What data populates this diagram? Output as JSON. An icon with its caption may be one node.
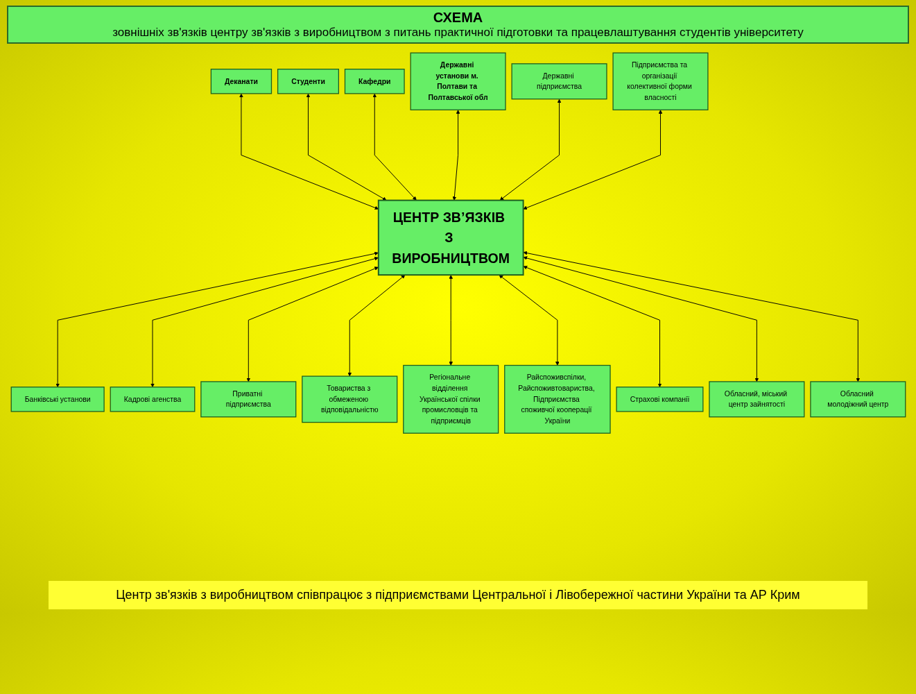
{
  "diagram": {
    "title": "СХЕМА",
    "caption": "Центр зв'язків з виробництвом співпрацює з підприємствами Центральної і Лівобережної частини України та АР Крим",
    "nodes": [
      {
        "text": [
          "ЦЕНТР ЗВ’ЯЗКІВ З ВИРОБНИЦТВОМ"
        ]
      },
      {
        "text": [
          "Деканати"
        ]
      },
      {
        "text": [
          "Студенти"
        ]
      },
      {
        "text": [
          "Кафедри"
        ]
      },
      {
        "text": [
          "Державні установи м. Полтави та Полтавської обл"
        ]
      },
      {
        "text": [
          "Державні підприємства"
        ]
      },
      {
        "text": [
          "Підприємства та організації колективної форми власності"
        ]
      },
      {
        "text": [
          "Банківські установи"
        ]
      },
      {
        "text": [
          "Кадрові агенства"
        ]
      },
      {
        "text": [
          "Приватні підприємства"
        ]
      },
      {
        "text": [
          "Товариства з обмеженою відповідальністю"
        ]
      },
      {
        "text": [
          "Регіональне відділення Української спілки промисловців та підприємців"
        ]
      },
      {
        "text": [
          "Райспоживспілки, Райспоживтовариства, Підприємства споживчої кооперації України"
        ]
      },
      {
        "text": [
          "Страхові компанії"
        ]
      },
      {
        "text": [
          "Обласний, міський центр зайнятості"
        ]
      },
      {
        "text": [
          "Обласний молодіжний центр"
        ]
      }
    ],
    "edges": [
      {
        "from": 1,
        "to": 0,
        "arrow": "both"
      },
      {
        "from": 2,
        "to": 0,
        "arrow": "both"
      },
      {
        "from": 3,
        "to": 0,
        "arrow": "both"
      },
      {
        "from": 4,
        "to": 0,
        "arrow": "both"
      },
      {
        "from": 5,
        "to": 0,
        "arrow": "both"
      },
      {
        "from": 6,
        "to": 0,
        "arrow": "both"
      },
      {
        "from": 0,
        "to": 7,
        "arrow": "both"
      },
      {
        "from": 0,
        "to": 8,
        "arrow": "both"
      },
      {
        "from": 0,
        "to": 9,
        "arrow": "both"
      },
      {
        "from": 0,
        "to": 10,
        "arrow": "both"
      },
      {
        "from": 0,
        "to": 11,
        "arrow": "both"
      },
      {
        "from": 0,
        "to": 12,
        "arrow": "both"
      },
      {
        "from": 0,
        "to": 13,
        "arrow": "both"
      },
      {
        "from": 0,
        "to": 14,
        "arrow": "both"
      },
      {
        "from": 0,
        "to": 15,
        "arrow": "both"
      }
    ],
    "labels": [
      "зовнішніх зв'язків центру зв'язків з виробництвом з питань практичної підготовки та працевлаштування студентів університету"
    ]
  }
}
